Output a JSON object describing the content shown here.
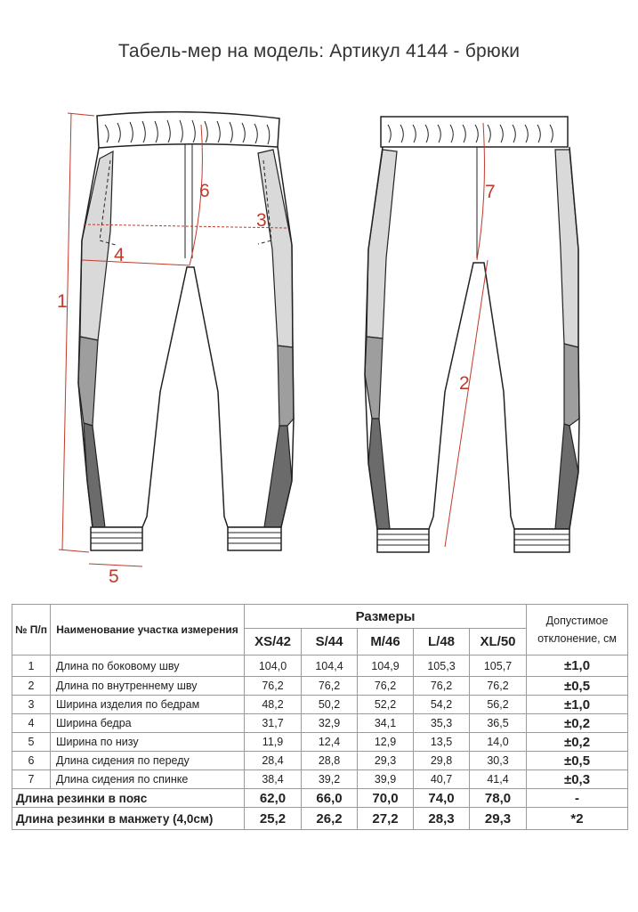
{
  "title": "Табель-мер на модель: Артикул 4144 - брюки",
  "colors": {
    "accent_red": "#c03a2b",
    "panel_light": "#d9d9d9",
    "panel_mid": "#9e9e9e",
    "panel_dark": "#6b6b6b",
    "outline": "#222222"
  },
  "diagram_labels": {
    "front": [
      "1",
      "3",
      "4",
      "5",
      "6"
    ],
    "back": [
      "2",
      "7"
    ]
  },
  "table": {
    "headers": {
      "num": "№ П/п",
      "name": "Наименование участка измерения",
      "sizes_group": "Размеры",
      "tolerance": "Допустимое отклонение, см"
    },
    "sizes": [
      "XS/42",
      "S/44",
      "M/46",
      "L/48",
      "XL/50"
    ],
    "rows": [
      {
        "num": "1",
        "name": "Длина по боковому шву",
        "values": [
          "104,0",
          "104,4",
          "104,9",
          "105,3",
          "105,7"
        ],
        "tol": "±1,0"
      },
      {
        "num": "2",
        "name": "Длина по внутреннему шву",
        "values": [
          "76,2",
          "76,2",
          "76,2",
          "76,2",
          "76,2"
        ],
        "tol": "±0,5"
      },
      {
        "num": "3",
        "name": "Ширина изделия по бедрам",
        "values": [
          "48,2",
          "50,2",
          "52,2",
          "54,2",
          "56,2"
        ],
        "tol": "±1,0"
      },
      {
        "num": "4",
        "name": "Ширина бедра",
        "values": [
          "31,7",
          "32,9",
          "34,1",
          "35,3",
          "36,5"
        ],
        "tol": "±0,2"
      },
      {
        "num": "5",
        "name": "Ширина по низу",
        "values": [
          "11,9",
          "12,4",
          "12,9",
          "13,5",
          "14,0"
        ],
        "tol": "±0,2"
      },
      {
        "num": "6",
        "name": "Длина сидения по переду",
        "values": [
          "28,4",
          "28,8",
          "29,3",
          "29,8",
          "30,3"
        ],
        "tol": "±0,5"
      },
      {
        "num": "7",
        "name": "Длина сидения по спинке",
        "values": [
          "38,4",
          "39,2",
          "39,9",
          "40,7",
          "41,4"
        ],
        "tol": "±0,3"
      }
    ],
    "extra_rows": [
      {
        "name": "Длина резинки в пояс",
        "values": [
          "62,0",
          "66,0",
          "70,0",
          "74,0",
          "78,0"
        ],
        "tol": "-"
      },
      {
        "name": "Длина резинки в манжету (4,0см)",
        "values": [
          "25,2",
          "26,2",
          "27,2",
          "28,3",
          "29,3"
        ],
        "tol": "*2"
      }
    ]
  }
}
